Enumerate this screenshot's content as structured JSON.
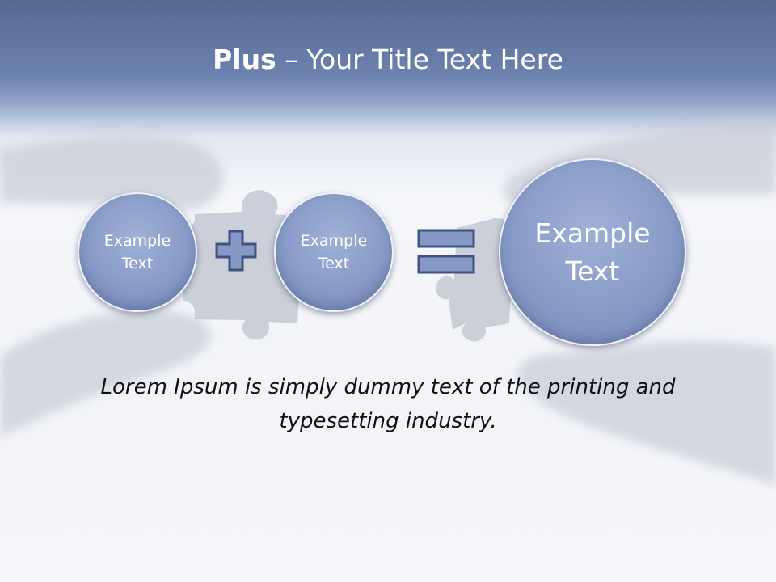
{
  "slide": {
    "title_bold": "Plus",
    "title_rest": " – Your Title Text Here",
    "circles": [
      {
        "text": "Example\nText"
      },
      {
        "text": "Example\nText"
      },
      {
        "text": "Example\nText"
      }
    ],
    "operators": [
      "plus-icon",
      "equals-icon"
    ],
    "caption": "Lorem Ipsum is simply dummy text of the printing and typesetting industry."
  },
  "colors": {
    "header": "#6c82b0",
    "circle": "#8699c6",
    "operator_fill": "#8699c6",
    "operator_stroke": "#3f5280",
    "title_text": "#ffffff",
    "caption_text": "#111111"
  }
}
